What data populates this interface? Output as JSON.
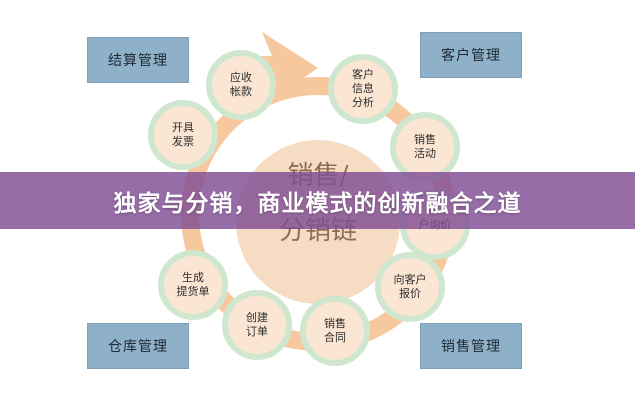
{
  "corners": {
    "top_left": "结算管理",
    "top_right": "客户管理",
    "bottom_left": "仓库管理",
    "bottom_right": "销售管理"
  },
  "center": {
    "line1": "销售/",
    "line2": "分销链"
  },
  "nodes": {
    "customer_info": "客户\n信息\n分析",
    "sales_activity": "销售\n活动",
    "customer_quote": "户询价",
    "quote_to_customer": "向客户\n报价",
    "sales_contract": "销售\n合同",
    "create_order": "创建\n订单",
    "generate_delivery": "生成\n提货单",
    "issue_invoice": "开具\n发票",
    "receivables": "应收\n帐款"
  },
  "banner": {
    "title": "独家与分销，商业模式的创新融合之道",
    "color": "#804d94"
  },
  "colors": {
    "corner_box": "#8fb0c9",
    "ring": "#f7c89e",
    "node_fill": "#fbe6d4",
    "node_border": "#cfe7cf",
    "center_fill": "#f7dcc4"
  }
}
